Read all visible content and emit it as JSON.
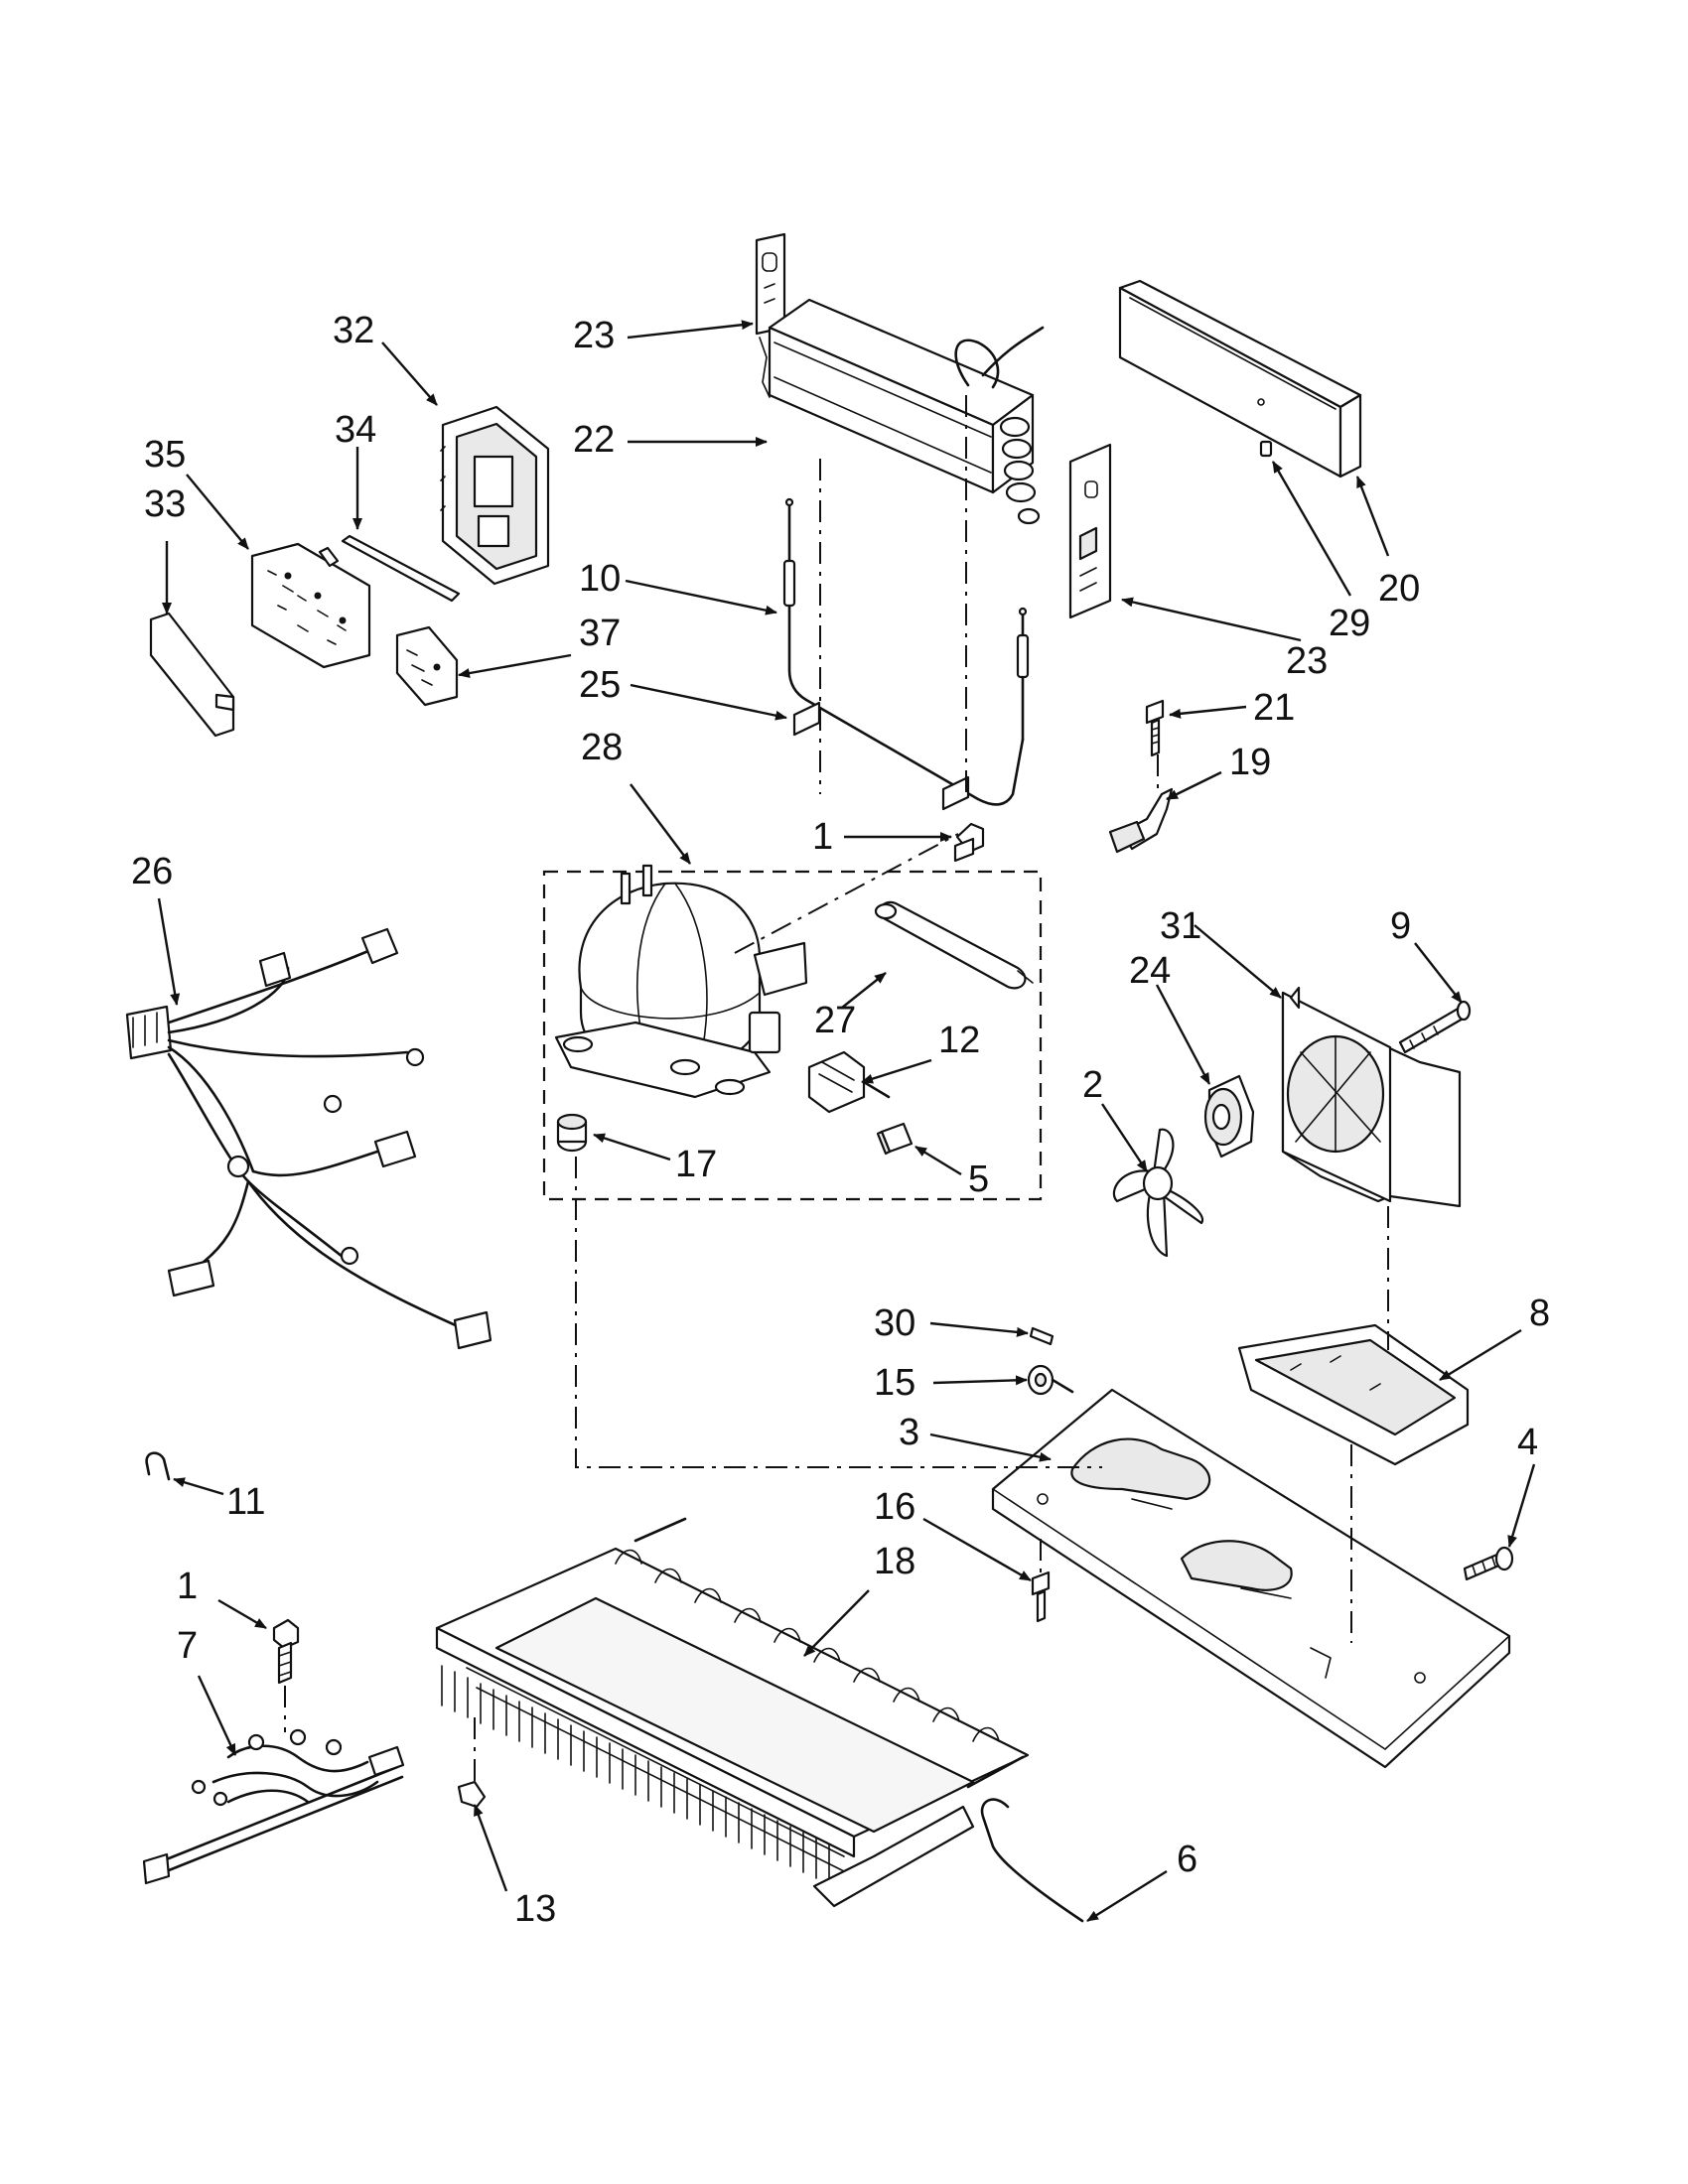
{
  "diagram": {
    "callouts": [
      {
        "id": "23a",
        "label": "23"
      },
      {
        "id": "32",
        "label": "32"
      },
      {
        "id": "22",
        "label": "22"
      },
      {
        "id": "34",
        "label": "34"
      },
      {
        "id": "35",
        "label": "35"
      },
      {
        "id": "33",
        "label": "33"
      },
      {
        "id": "10",
        "label": "10"
      },
      {
        "id": "37",
        "label": "37"
      },
      {
        "id": "25",
        "label": "25"
      },
      {
        "id": "20",
        "label": "20"
      },
      {
        "id": "29",
        "label": "29"
      },
      {
        "id": "23b",
        "label": "23"
      },
      {
        "id": "21",
        "label": "21"
      },
      {
        "id": "19",
        "label": "19"
      },
      {
        "id": "28",
        "label": "28"
      },
      {
        "id": "1a",
        "label": "1"
      },
      {
        "id": "26",
        "label": "26"
      },
      {
        "id": "31",
        "label": "31"
      },
      {
        "id": "9",
        "label": "9"
      },
      {
        "id": "24",
        "label": "24"
      },
      {
        "id": "27",
        "label": "27"
      },
      {
        "id": "12",
        "label": "12"
      },
      {
        "id": "2",
        "label": "2"
      },
      {
        "id": "17",
        "label": "17"
      },
      {
        "id": "5",
        "label": "5"
      },
      {
        "id": "8",
        "label": "8"
      },
      {
        "id": "30",
        "label": "30"
      },
      {
        "id": "15",
        "label": "15"
      },
      {
        "id": "3",
        "label": "3"
      },
      {
        "id": "4",
        "label": "4"
      },
      {
        "id": "11",
        "label": "11"
      },
      {
        "id": "16",
        "label": "16"
      },
      {
        "id": "18",
        "label": "18"
      },
      {
        "id": "1b",
        "label": "1"
      },
      {
        "id": "7",
        "label": "7"
      },
      {
        "id": "6",
        "label": "6"
      },
      {
        "id": "13",
        "label": "13"
      }
    ]
  }
}
